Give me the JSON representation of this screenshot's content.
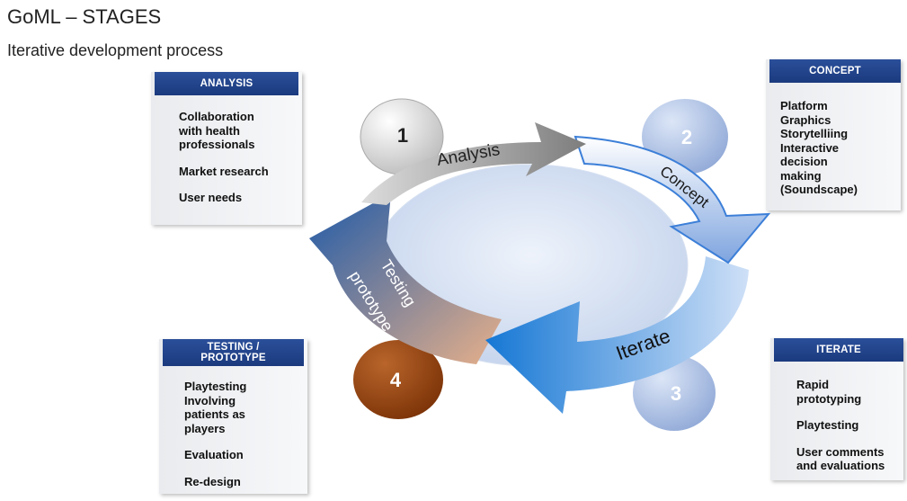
{
  "header": {
    "title": "GoML – STAGES",
    "subtitle": "Iterative development process"
  },
  "panels": {
    "analysis": {
      "title": "ANALYSIS",
      "items": [
        "Collaboration\nwith health\nprofessionals",
        "Market research",
        "User needs"
      ]
    },
    "concept": {
      "title": "CONCEPT",
      "items": [
        "Platform\nGraphics\nStorytelliing\nInteractive\ndecision\nmaking\n(Soundscape)"
      ]
    },
    "testing": {
      "title": "TESTING /\nPROTOTYPE",
      "items": [
        "Playtesting\nInvolving\npatients as\nplayers",
        "Evaluation",
        "Re-design"
      ]
    },
    "iterate": {
      "title": "ITERATE",
      "items": [
        "Rapid\nprototyping",
        "Playtesting",
        "User comments\nand evaluations"
      ]
    }
  },
  "cycle": {
    "steps": [
      "1",
      "2",
      "3",
      "4"
    ],
    "arrows": {
      "analysis": "Analysis",
      "concept": "Concept",
      "iterate": "Iterate",
      "testing_line1": "Testing",
      "testing_line2": "prototype"
    }
  },
  "colors": {
    "header_blue": "#1f4186",
    "step1": "#c7c7c7",
    "step2": "#a9bcdf",
    "step3": "#a9bcdf",
    "step4": "#9a4a16",
    "arrow_analysis": "#8a8a8a",
    "arrow_concept": "#8fb0e3",
    "arrow_iterate": "#1e82d8",
    "arrow_testing": "#2a62a8"
  }
}
